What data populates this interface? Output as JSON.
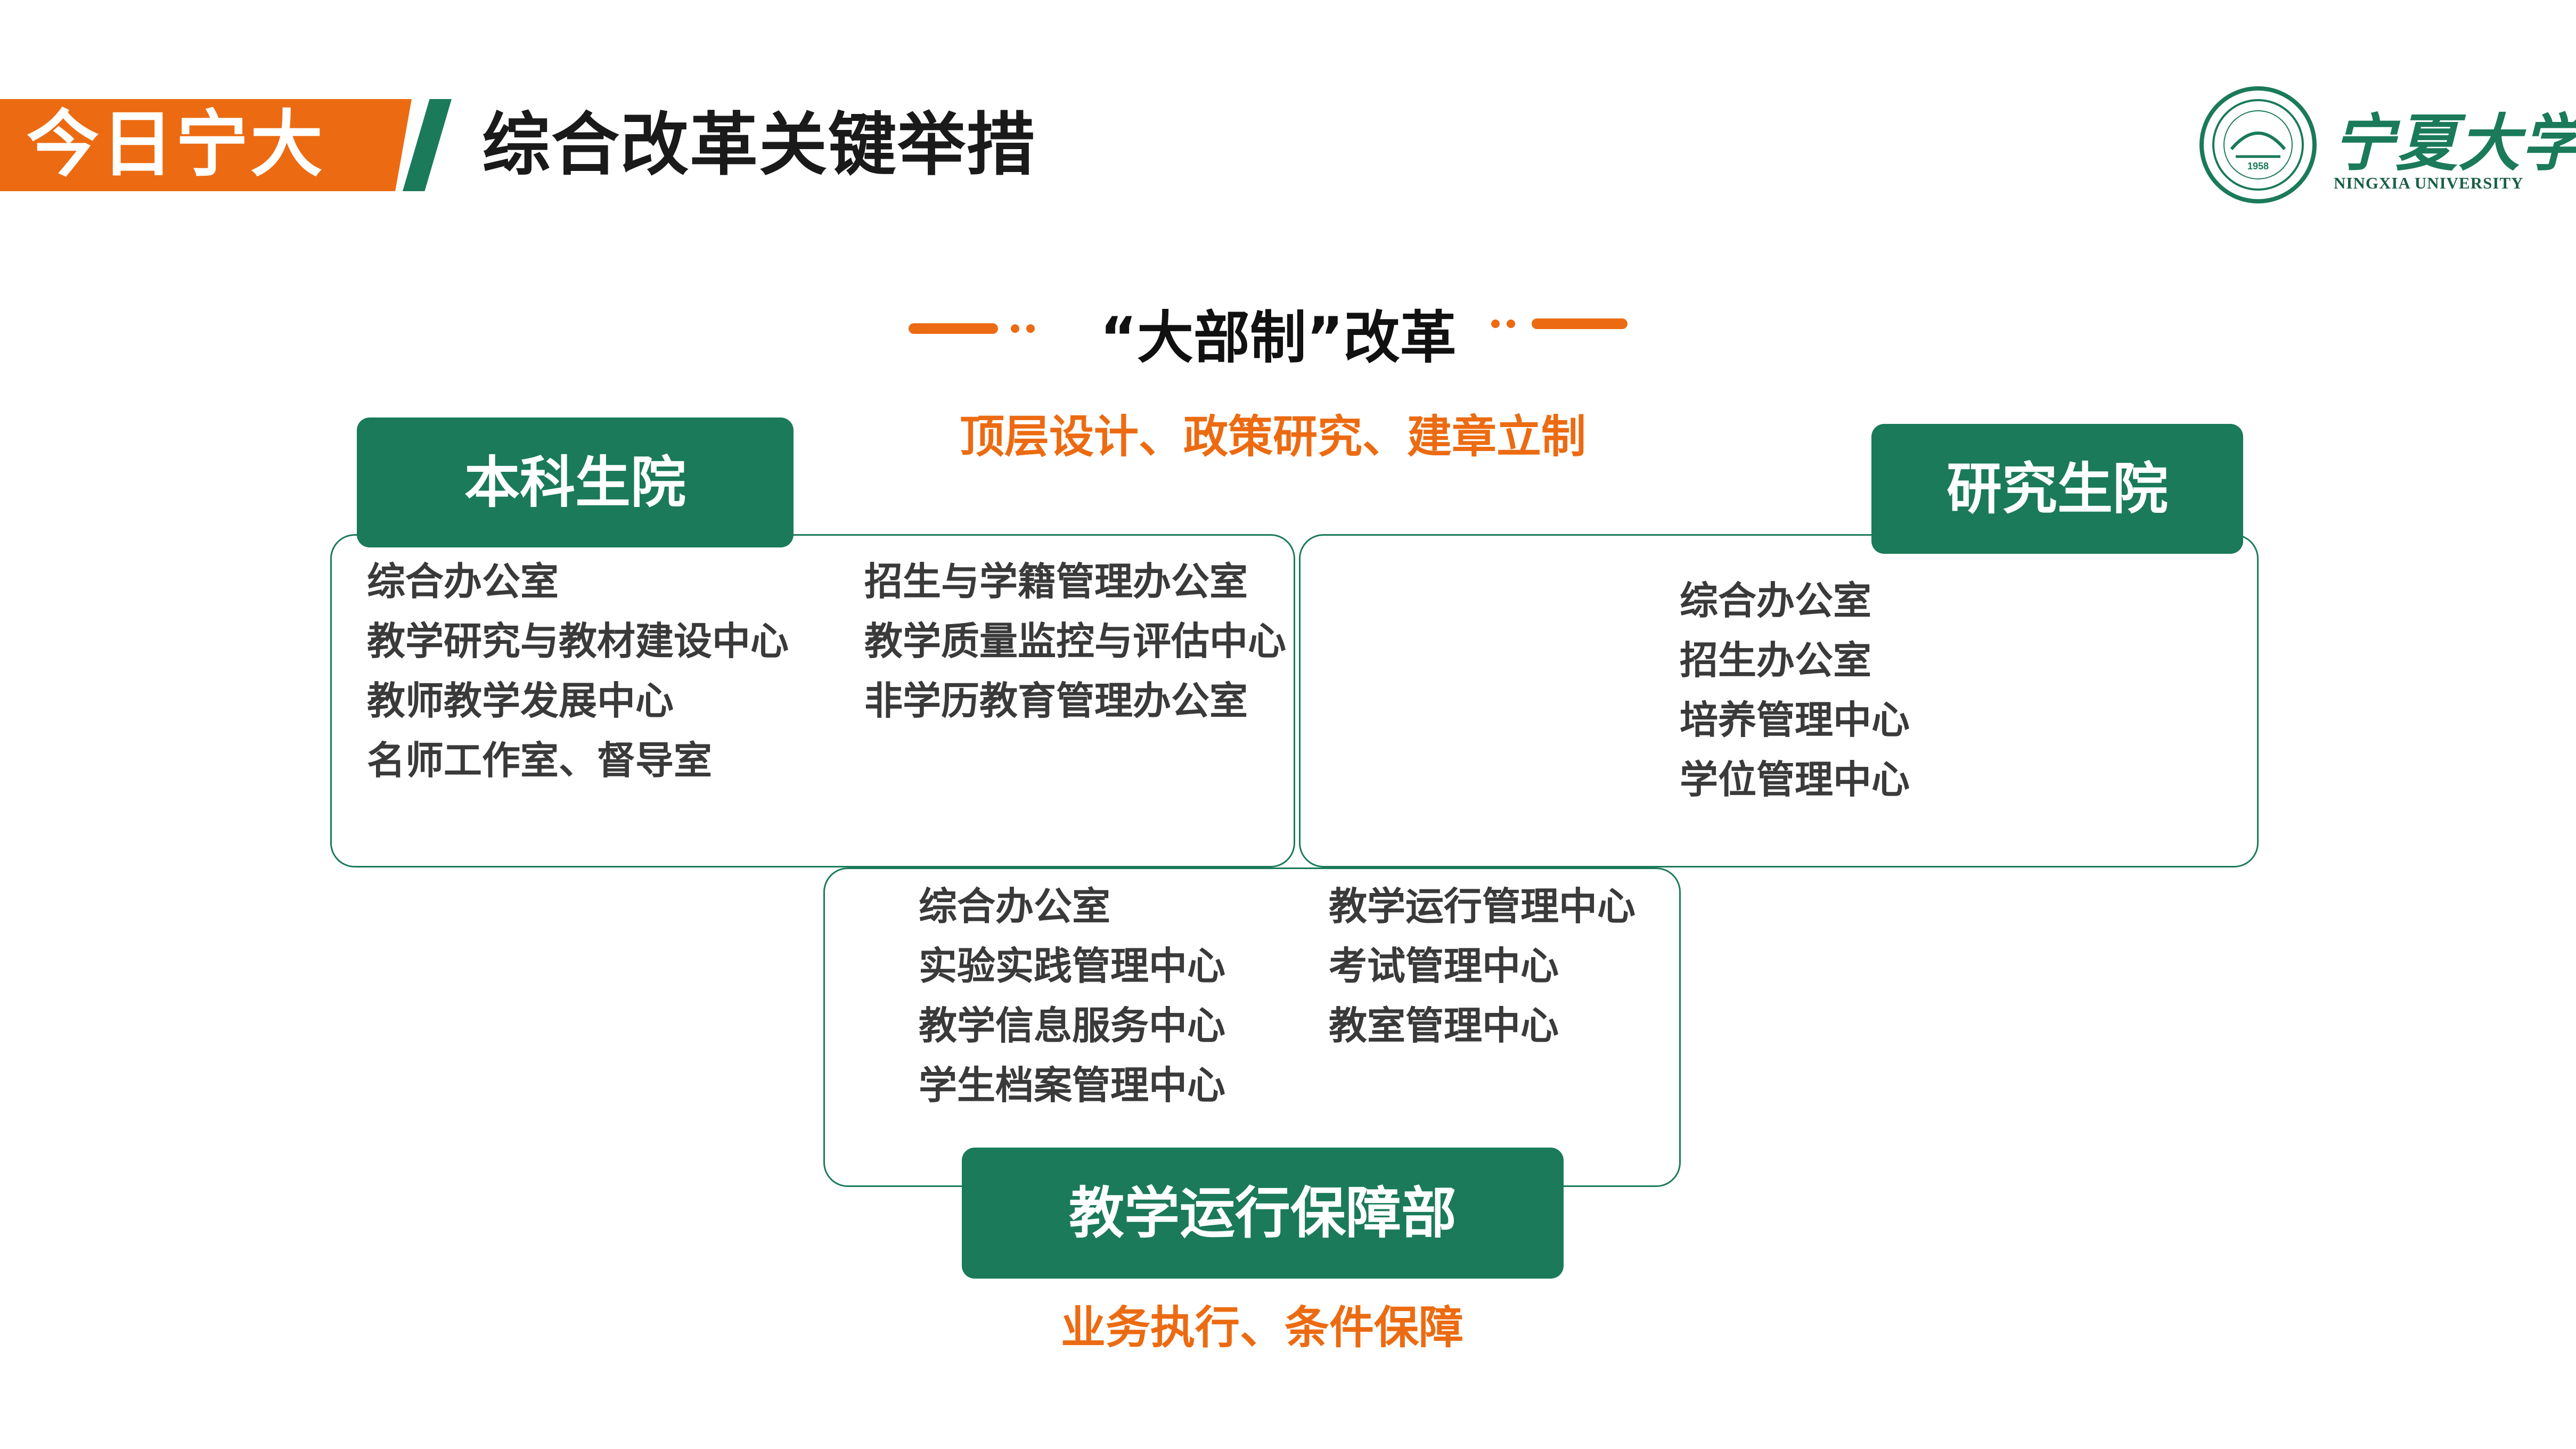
{
  "header": {
    "tag": "今日宁大",
    "title": "综合改革关键举措"
  },
  "logo": {
    "name_cn": "宁夏大学",
    "name_en": "NINGXIA UNIVERSITY",
    "seal_year": "1958"
  },
  "reform": {
    "title": "“大部制”改革",
    "subtitle": "顶层设计、政策研究、建章立制"
  },
  "undergraduate": {
    "label": "本科生院",
    "left_items": [
      "综合办公室",
      "教学研究与教材建设中心",
      "教师教学发展中心",
      "名师工作室、督导室"
    ],
    "right_items": [
      "招生与学籍管理办公室",
      "教学质量监控与评估中心",
      "非学历教育管理办公室"
    ]
  },
  "graduate": {
    "label": "研究生院",
    "items": [
      "综合办公室",
      "招生办公室",
      "培养管理中心",
      "学位管理中心"
    ]
  },
  "operations": {
    "label": "教学运行保障部",
    "left_items": [
      "综合办公室",
      "实验实践管理中心",
      "教学信息服务中心",
      "学生档案管理中心"
    ],
    "right_items": [
      "教学运行管理中心",
      "考试管理中心",
      "教室管理中心"
    ],
    "subtitle": "业务执行、条件保障"
  },
  "colors": {
    "accent_orange": "#ec6b12",
    "brand_green": "#1a7a5a"
  }
}
